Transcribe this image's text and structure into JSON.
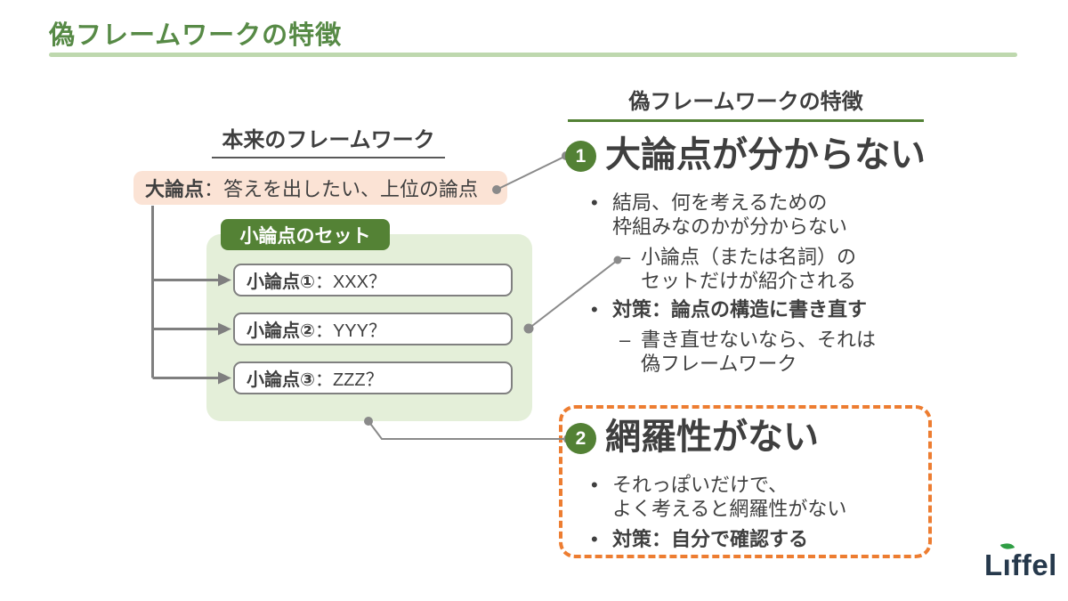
{
  "title": "偽フレームワークの特徴",
  "markers": {
    "level1": "•",
    "level2": "–"
  },
  "left_panel": {
    "heading": "本来のフレームワーク",
    "main_issue": {
      "label": "大論点",
      "separator": "：",
      "value": "答えを出したい、上位の論点"
    },
    "set_badge": "小論点のセット",
    "sub_issues": [
      {
        "label": "小論点①",
        "separator": "：",
        "value": "XXX？"
      },
      {
        "label": "小論点②",
        "separator": "：",
        "value": "YYY？"
      },
      {
        "label": "小論点③",
        "separator": "：",
        "value": "ZZZ？"
      }
    ]
  },
  "right_panel": {
    "heading": "偽フレームワークの特徴",
    "sections": [
      {
        "number": "1",
        "heading": "大論点が分からない",
        "bullets": [
          {
            "level": 1,
            "bold": false,
            "lines": [
              "結局、何を考えるための",
              "枠組みなのかが分からない"
            ]
          },
          {
            "level": 2,
            "bold": false,
            "lines": [
              "小論点（または名詞）の",
              "セットだけが紹介される"
            ]
          },
          {
            "level": 1,
            "bold": true,
            "lines": [
              "対策：論点の構造に書き直す"
            ]
          },
          {
            "level": 2,
            "bold": false,
            "lines": [
              "書き直せないなら、それは",
              "偽フレームワーク"
            ]
          }
        ]
      },
      {
        "number": "2",
        "heading": "網羅性がない",
        "bullets": [
          {
            "level": 1,
            "bold": false,
            "lines": [
              "それっぽいだけで、",
              "よく考えると網羅性がない"
            ]
          },
          {
            "level": 1,
            "bold": true,
            "lines": [
              "対策：自分で確認する"
            ]
          }
        ]
      }
    ]
  },
  "logo": {
    "part_l": "L",
    "part_i": "ı",
    "part_rest": "ffel"
  },
  "colors": {
    "accent_green": "#548235",
    "title_green": "#578a46",
    "divider_green": "#bed8ae",
    "light_green": "#e4efd9",
    "peach": "#fbe3d5",
    "orange": "#ed7d31",
    "text_dark": "#3f3f3f",
    "line_gray": "#808080",
    "logo_navy": "#26394c",
    "leaf_green": "#2f9e44"
  }
}
